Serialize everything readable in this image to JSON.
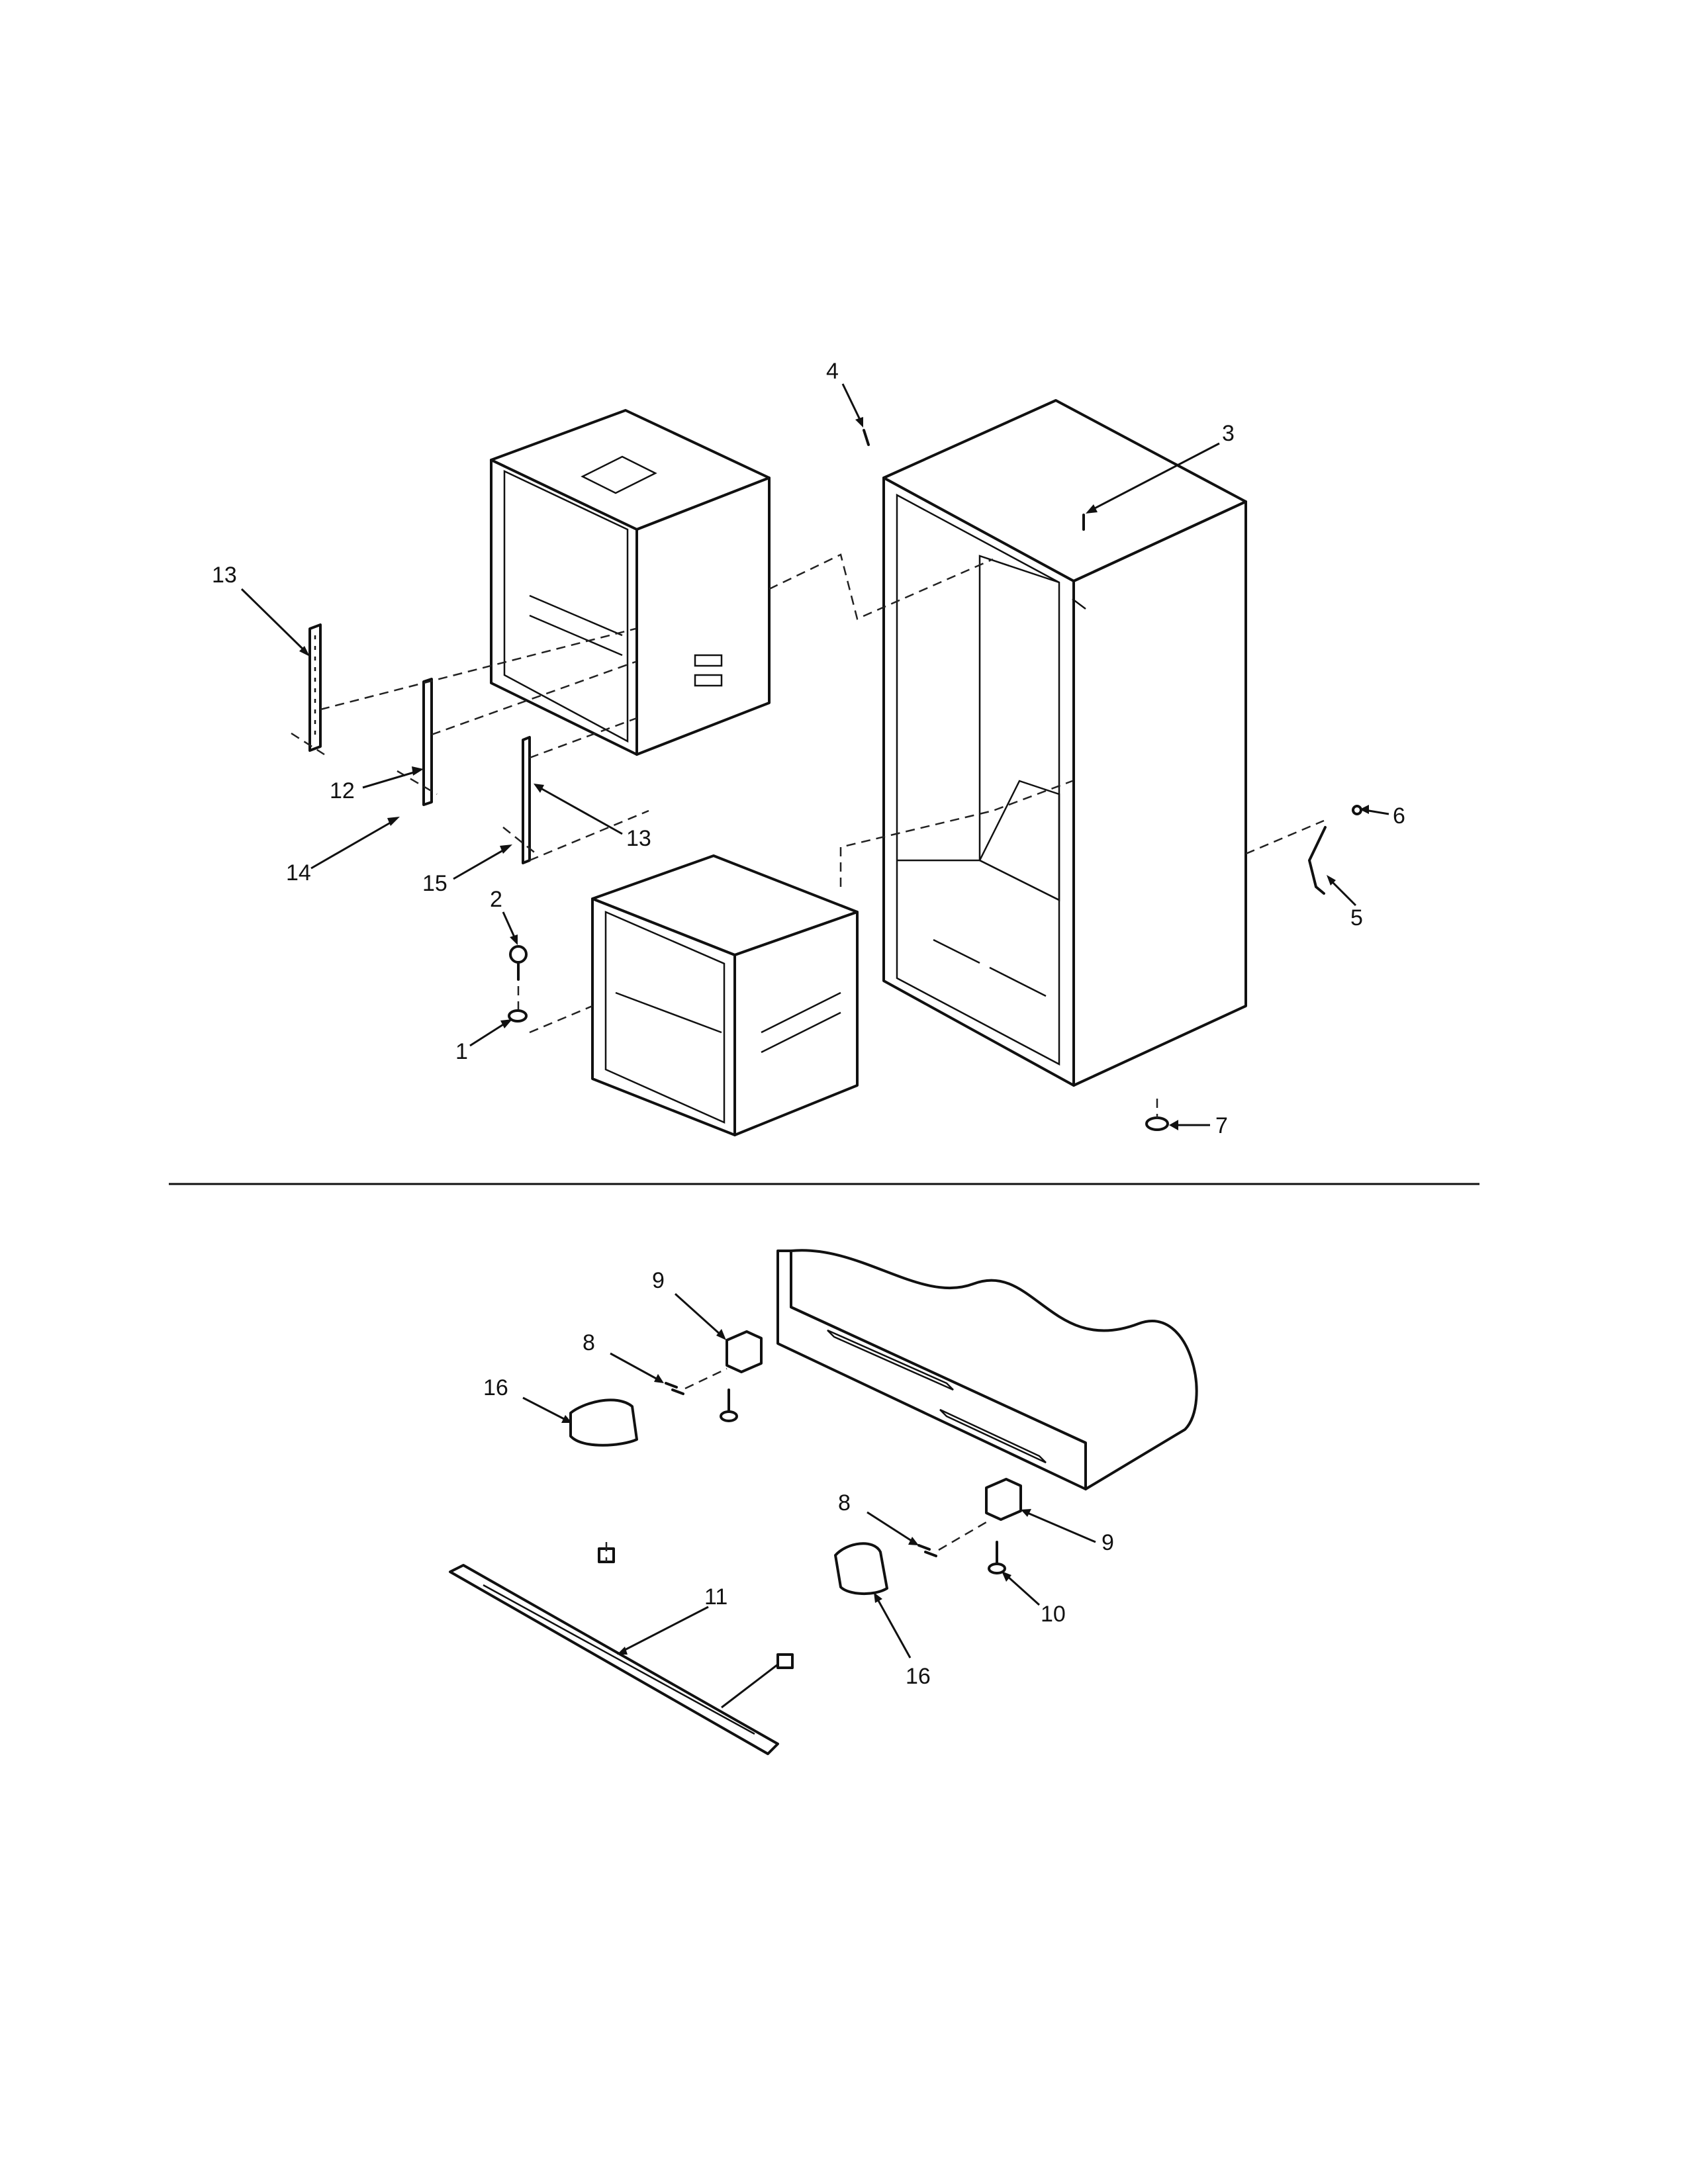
{
  "callouts": {
    "c1": "1",
    "c2": "2",
    "c3": "3",
    "c4": "4",
    "c5": "5",
    "c6": "6",
    "c7": "7",
    "c8a": "8",
    "c8b": "8",
    "c9a": "9",
    "c9b": "9",
    "c10": "10",
    "c11": "11",
    "c12": "12",
    "c13a": "13",
    "c13b": "13",
    "c14": "14",
    "c15": "15",
    "c16a": "16",
    "c16b": "16"
  }
}
